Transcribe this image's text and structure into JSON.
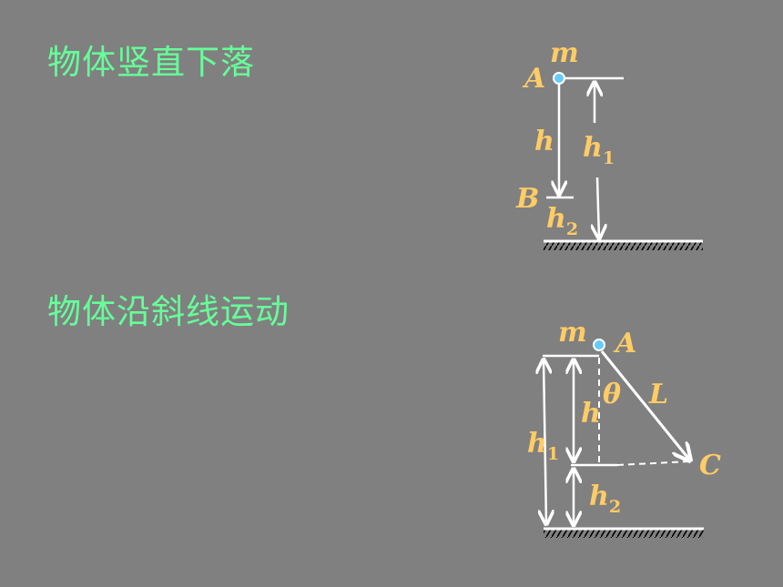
{
  "slide": {
    "heading_fall": "物体竖直下落",
    "heading_incline": "物体沿斜线运动"
  },
  "diagram1": {
    "mass": "m",
    "point_a": "A",
    "point_b": "B",
    "h_label": "h",
    "h1_base": "h",
    "h1_sub": "1",
    "h2_base": "h",
    "h2_sub": "2"
  },
  "diagram2": {
    "mass": "m",
    "point_a": "A",
    "point_c": "C",
    "theta": "θ",
    "length": "L",
    "h_label": "h",
    "h1_base": "h",
    "h1_sub": "1",
    "h2_base": "h",
    "h2_sub": "2"
  },
  "colors": {
    "background": "#808080",
    "heading": "#66ff99",
    "label": "#ffcc66",
    "point": "#66ccff",
    "line": "#ffffff"
  }
}
